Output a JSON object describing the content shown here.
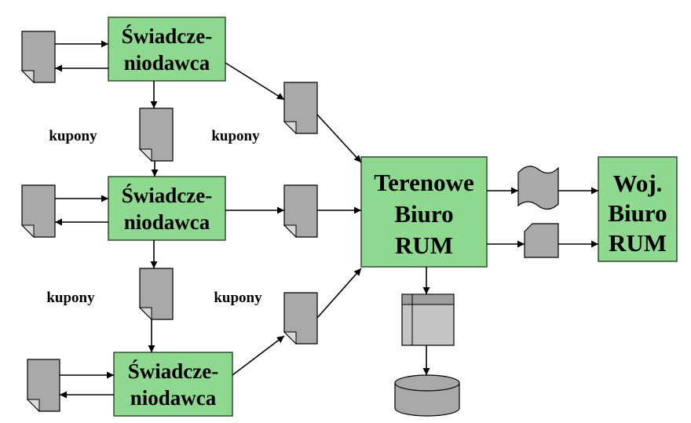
{
  "providers": [
    {
      "line1": "Świadcze-",
      "line2": "niodawca"
    },
    {
      "line1": "Świadcze-",
      "line2": "niodawca"
    },
    {
      "line1": "Świadcze-",
      "line2": "niodawca"
    }
  ],
  "coupon_labels": [
    "kupony",
    "kupony",
    "kupony",
    "kupony"
  ],
  "local_office": {
    "lines": [
      "Terenowe",
      "Biuro",
      "RUM"
    ]
  },
  "regional_office": {
    "lines": [
      "Woj.",
      "Biuro",
      "RUM"
    ]
  },
  "colors": {
    "box_fill": "#8fd88f",
    "document_fill": "#a9a9a9",
    "ink": "#000000"
  }
}
